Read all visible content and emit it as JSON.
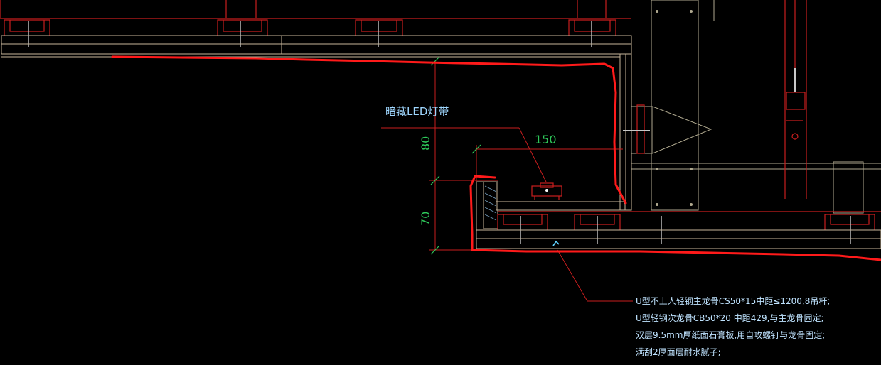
{
  "drawing": {
    "led_label": "暗藏LED灯带",
    "dim_width": "150",
    "dim_upper": "80",
    "dim_lower": "70",
    "notes": [
      "U型不上人轻钢主龙骨CS50*15中距≤1200,8吊杆;",
      "U型轻钢次龙骨CB50*20 中距429,与主龙骨固定;",
      "双层9.5mm厚纸面石膏板,用自攻螺钉与龙骨固定;",
      "满刮2厚面层耐水腻子;"
    ]
  },
  "colors": {
    "background": "#000000",
    "structure": "#c7b69a",
    "red_steel": "#c81e1e",
    "markup": "#ff1a1a",
    "dimension": "#2ec95a",
    "text": "#9fd7ff"
  }
}
